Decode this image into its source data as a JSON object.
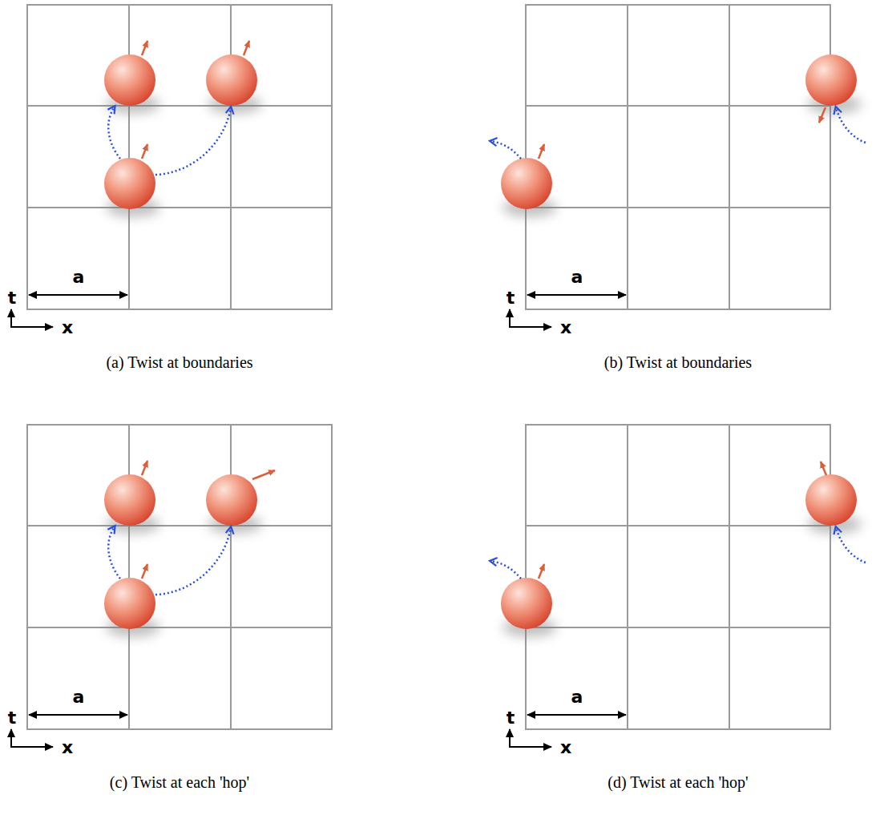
{
  "diagram": {
    "labels": [
      "t",
      "x",
      "a",
      "(a) Twist at boundaries",
      "t",
      "x",
      "a",
      "(b) Twist at boundaries",
      "t",
      "x",
      "a",
      "(c) Twist at each 'hop'",
      "t",
      "x",
      "a",
      "(d) Twist at each 'hop'"
    ]
  }
}
